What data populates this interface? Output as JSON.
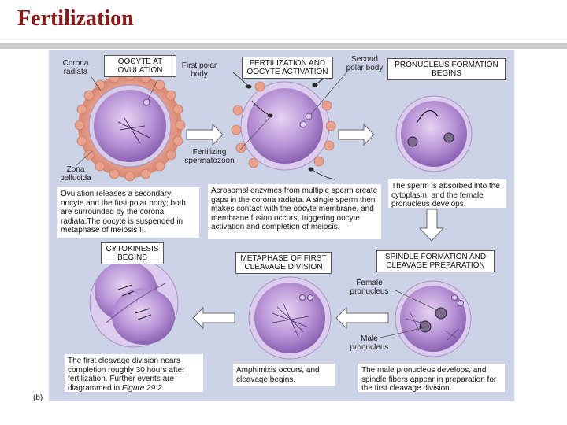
{
  "slide": {
    "title": "Fertilization"
  },
  "diagram": {
    "figure_label": "(b)",
    "stages": {
      "oocyte": "OOCYTE AT OVULATION",
      "fertilization": "FERTILIZATION AND OOCYTE ACTIVATION",
      "pronucleus": "PRONUCLEUS FORMATION BEGINS",
      "spindle": "SPINDLE FORMATION AND CLEAVAGE PREPARATION",
      "metaphase": "METAPHASE OF FIRST CLEAVAGE DIVISION",
      "cytokinesis": "CYTOKINESIS BEGINS"
    },
    "labels": {
      "corona_radiata": "Corona radiata",
      "first_polar_body": "First polar body",
      "second_polar_body": "Second polar body",
      "fertilizing_spermatozoon": "Fertilizing spermatozoon",
      "zona_pellucida": "Zona pellucida",
      "female_pronucleus": "Female pronucleus",
      "male_pronucleus": "Male pronucleus"
    },
    "descriptions": {
      "ovulation": "Ovulation releases a secondary oocyte and the first polar body; both are surrounded by the corona radiata.The oocyte is suspended in metaphase of meiosis II.",
      "acrosomal": "Acrosomal enzymes from multiple sperm create gaps in the corona radiata. A single sperm then makes contact with the oocyte membrane, and membrane fusion occurs, triggering oocyte activation and completion of meiosis.",
      "absorbed": "The sperm is absorbed into the cytoplasm, and the female pronucleus develops.",
      "spindle": "The male pronucleus develops, and spindle fibers appear in preparation for the first cleavage division.",
      "amphimixis": "Amphimixis occurs, and cleavage begins.",
      "cleavage_prefix": "The first cleavage division nears completion roughly 30 hours after fertilization. Further events are diagrammed in ",
      "cleavage_ref": "Figure 29.2."
    }
  }
}
